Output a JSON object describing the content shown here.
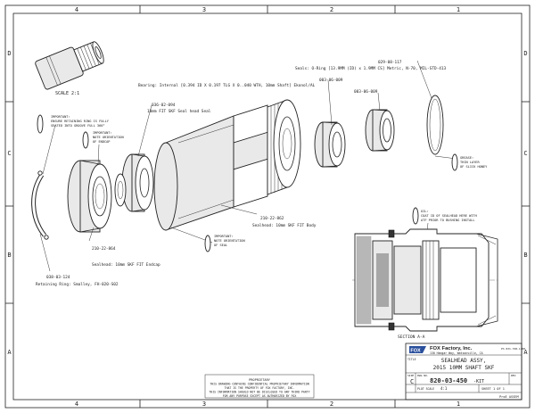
{
  "border": {
    "top_zones": [
      "4",
      "3",
      "2",
      "1"
    ],
    "bottom_zones": [
      "4",
      "3",
      "2",
      "1"
    ],
    "left_zones": [
      "D",
      "C",
      "B",
      "A"
    ],
    "right_zones": [
      "D",
      "C",
      "B",
      "A"
    ]
  },
  "views": {
    "scale_label": "SCALE 2:1",
    "section_label": "SECTION A-A"
  },
  "callouts": {
    "oring_part": "029-08-117",
    "oring_desc": "Seals: O-Ring [13.9MM (ID) x 1.9MM CS] Metric, N-70, MIL-STD-413",
    "bearing_part": "003-06-009",
    "bearing_desc": "Bearing: Internal [0.394 ID X 0.197 TLG X 0..040 WTH, 10mm Shaft] Ekonol/AL",
    "bearing2_part": "003-06-009",
    "seal_part": "036-02-094",
    "seal_desc": "10mm FIT SKF Seal head Seal",
    "body_part": "210-22-862",
    "body_desc": "Sealhead: 10mm SKF FIT Body",
    "endcap_part": "210-22-864",
    "endcap_desc": "Sealhead: 10mm SKF FIT Endcap",
    "ring_part": "038-03-124",
    "ring_desc": "Retaining Ring: Smalley, FH-020-S02"
  },
  "notes": {
    "ring_note": [
      "IMPORTANT:",
      "ENSURE RETAINING RING IS FULLY",
      "SEATED INTO GROOVE FULL 360°"
    ],
    "endcap_note": [
      "IMPORTANT:",
      "NOTE ORIENTATION",
      "OF ENDCAP"
    ],
    "seal_note": [
      "IMPORTANT:",
      "NOTE ORIENTATION",
      "OF SEAL"
    ],
    "grease_note": [
      "GREASE:",
      "THIN LAYER",
      "OF SLICK HONEY"
    ],
    "oil_note": [
      "OIL:",
      "COAT ID OF SEALHEAD HERE WITH",
      "ATF PRIOR TO BUSHING INSTALL"
    ]
  },
  "title_block": {
    "company": "FOX Factory, Inc.",
    "address": "130 Hangar Way, Watsonville, CA",
    "phone": "Ph 831-768-1100",
    "logo_text": "FOX",
    "title_caption": "TITLE",
    "title_line1": "SEALHEAD ASSY,",
    "title_line2": "2015 10MM SHAFT SKF",
    "size_label": "SIZE",
    "size_value": "C",
    "dwg_label": "DWG NO.",
    "dwg_no": "820-03-450",
    "dwg_suffix": "-KIT",
    "rev_label": "REV",
    "plot_scale_label": "PLOT SCALE",
    "plot_scale_value": "4:1",
    "sheet_label": "SHEET 1 OF 1",
    "assem_label": "ProE ASSEM"
  },
  "proprietary": [
    "PROPRIETARY",
    "THIS DRAWING CONTAINS CONFIDENTIAL PROPRIETARY INFORMATION",
    "THAT IS THE PROPERTY OF FOX FACTORY, INC.",
    "THIS INFORMATION SHOULD NOT BE DISCLOSED TO ANY THIRD PARTY",
    "FOR ANY PURPOSE EXCEPT AS AUTHORIZED BY FOX"
  ]
}
